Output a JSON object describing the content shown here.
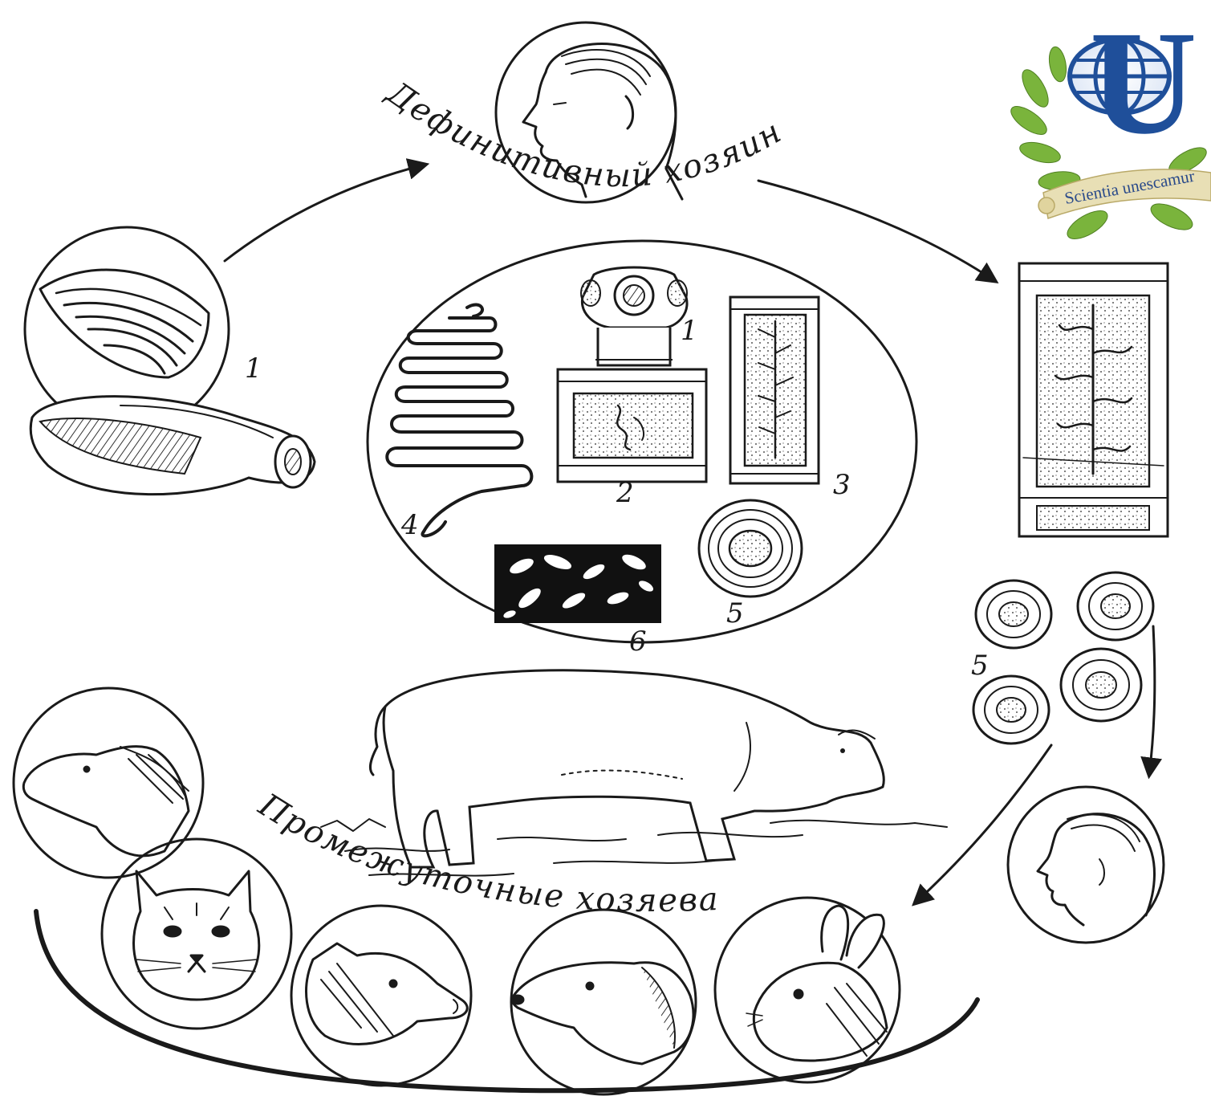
{
  "diagram": {
    "definitive_host_label": "Дефинитивный хозяин",
    "intermediate_hosts_label": "Промежуточные хозяева",
    "stage_numbers": {
      "meat": "1",
      "scolex": "1",
      "proglottid_mature": "2",
      "proglottid_gravid": "3",
      "whole_worm": "4",
      "egg": "5",
      "finns": "6",
      "eggs_group": "5"
    }
  },
  "logo": {
    "letter": "U",
    "motto": "Scientia unescamur"
  },
  "colors": {
    "ink": "#1a1a1a",
    "logo_blue": "#1f4f9a",
    "logo_green": "#7ab43c",
    "banner": "#e8dfb5"
  }
}
